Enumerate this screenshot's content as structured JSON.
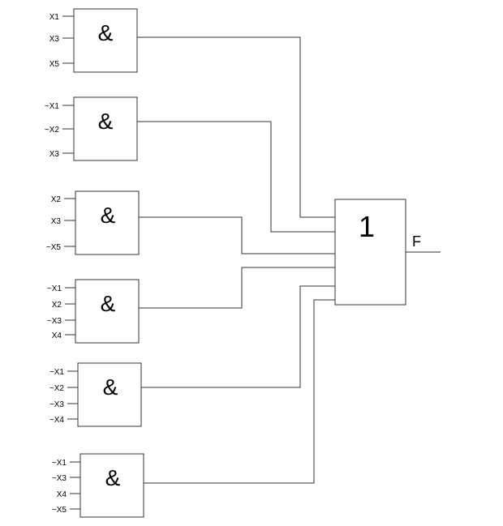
{
  "diagram": {
    "and_gates": [
      {
        "symbol": "&",
        "inputs": [
          "X1",
          "X3",
          "X5"
        ]
      },
      {
        "symbol": "&",
        "inputs": [
          "~X1",
          "~X2",
          "X3"
        ]
      },
      {
        "symbol": "&",
        "inputs": [
          "X2",
          "X3",
          "~X5"
        ]
      },
      {
        "symbol": "&",
        "inputs": [
          "~X1",
          "X2",
          "~X3",
          "X4"
        ]
      },
      {
        "symbol": "&",
        "inputs": [
          "~X1",
          "~X2",
          "~X3",
          "~X4"
        ]
      },
      {
        "symbol": "&",
        "inputs": [
          "~X1",
          "~X3",
          "X4",
          "~X5"
        ]
      }
    ],
    "or_gate": {
      "symbol": "1"
    },
    "output": {
      "label": "F"
    }
  }
}
